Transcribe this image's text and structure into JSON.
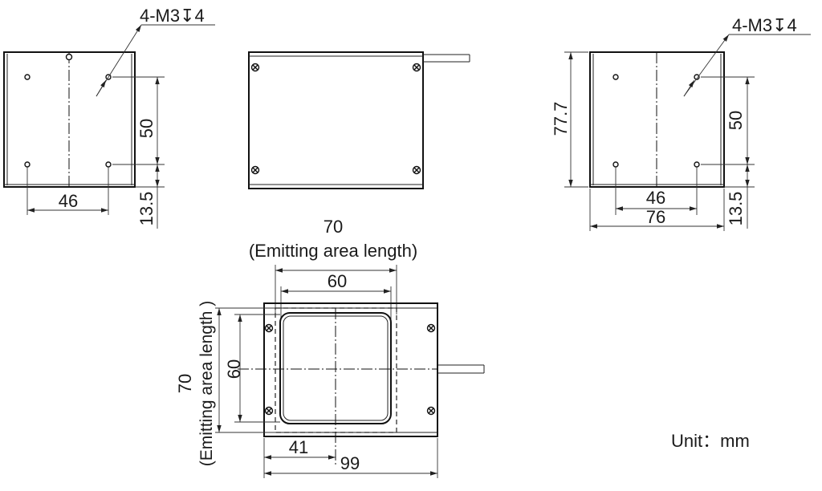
{
  "thread_callout_left": "4-M3↧4",
  "thread_callout_right": "4-M3↧4",
  "dims": {
    "hole_spacing_vertical_left": "50",
    "hole_offset_bottom_left": "13.5",
    "hole_spacing_horizontal_left": "46",
    "height_right": "77.7",
    "hole_spacing_vertical_right": "50",
    "hole_offset_bottom_right": "13.5",
    "hole_spacing_horizontal_right": "46",
    "width_right": "76",
    "emitting_length_top_value": "70",
    "emitting_length_top_label": "(Emitting area length)",
    "window_width": "60",
    "window_height": "60",
    "emitting_length_side_value": "70",
    "emitting_length_side_label": "(Emitting area length )",
    "center_offset": "41",
    "overall_length": "99"
  },
  "unit_label": "Unit：mm"
}
